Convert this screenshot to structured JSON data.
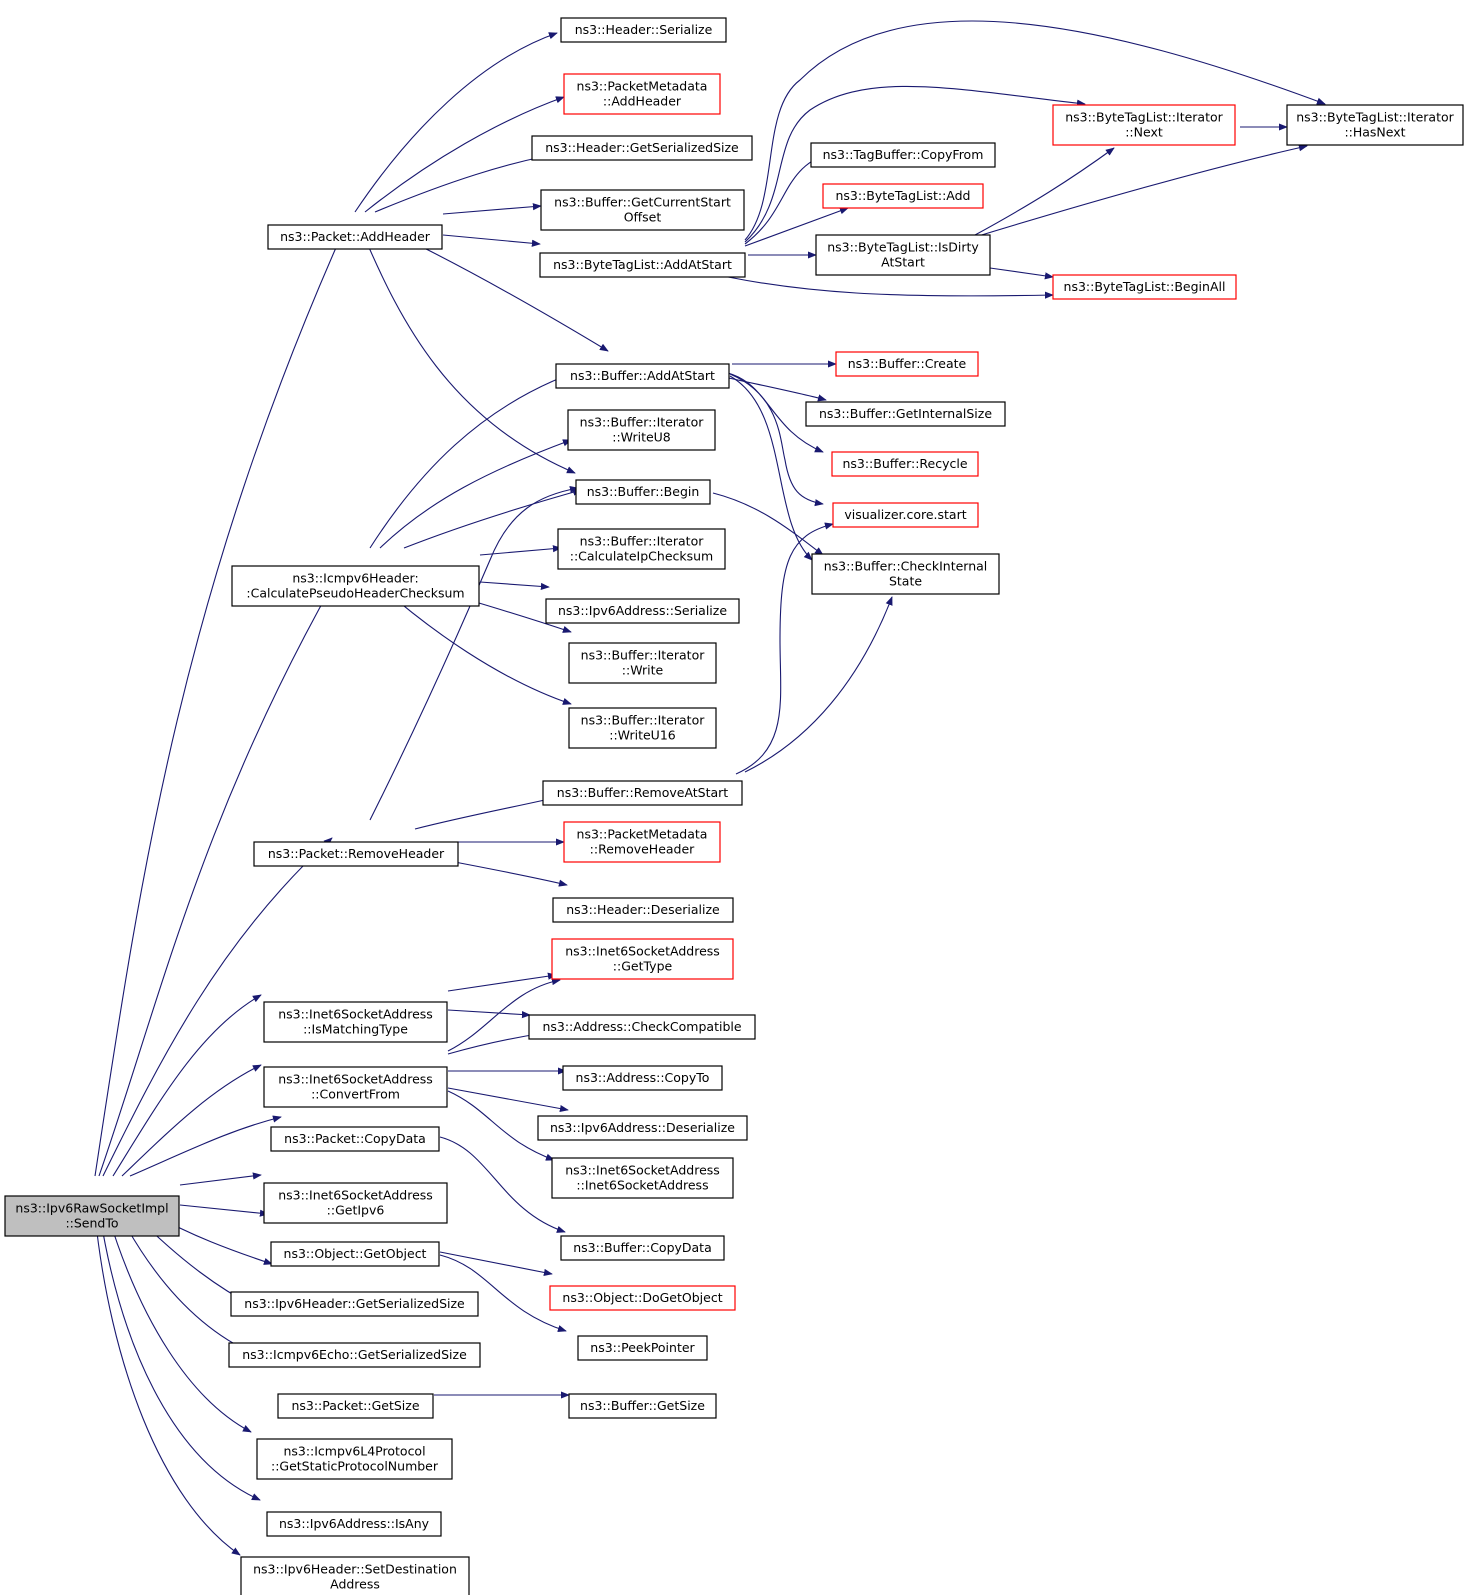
{
  "colors": {
    "edge": "#191970",
    "node_border": "#000000",
    "node_border_truncated": "#ff0000",
    "root_fill": "#bfbfbf",
    "node_fill": "#ffffff"
  },
  "nodes": [
    {
      "id": "root",
      "lines": [
        "ns3::Ipv6RawSocketImpl",
        "::SendTo"
      ],
      "style": "root"
    },
    {
      "id": "pkt_addheader",
      "lines": [
        "ns3::Packet::AddHeader"
      ],
      "style": "normal"
    },
    {
      "id": "icmp_cphc",
      "lines": [
        "ns3::Icmpv6Header:",
        ":CalculatePseudoHeaderChecksum"
      ],
      "style": "normal"
    },
    {
      "id": "pkt_removeheader",
      "lines": [
        "ns3::Packet::RemoveHeader"
      ],
      "style": "normal"
    },
    {
      "id": "i6sa_ismatching",
      "lines": [
        "ns3::Inet6SocketAddress",
        "::IsMatchingType"
      ],
      "style": "normal"
    },
    {
      "id": "i6sa_convertfrom",
      "lines": [
        "ns3::Inet6SocketAddress",
        "::ConvertFrom"
      ],
      "style": "normal"
    },
    {
      "id": "pkt_copydata",
      "lines": [
        "ns3::Packet::CopyData"
      ],
      "style": "normal"
    },
    {
      "id": "i6sa_getipv6",
      "lines": [
        "ns3::Inet6SocketAddress",
        "::GetIpv6"
      ],
      "style": "normal"
    },
    {
      "id": "obj_getobject",
      "lines": [
        "ns3::Object::GetObject"
      ],
      "style": "normal"
    },
    {
      "id": "ipv6h_gss",
      "lines": [
        "ns3::Ipv6Header::GetSerializedSize"
      ],
      "style": "normal"
    },
    {
      "id": "icmpecho_gss",
      "lines": [
        "ns3::Icmpv6Echo::GetSerializedSize"
      ],
      "style": "normal"
    },
    {
      "id": "pkt_getsize",
      "lines": [
        "ns3::Packet::GetSize"
      ],
      "style": "normal"
    },
    {
      "id": "icmpl4_gspn",
      "lines": [
        "ns3::Icmpv6L4Protocol",
        "::GetStaticProtocolNumber"
      ],
      "style": "normal"
    },
    {
      "id": "ipv6addr_isany",
      "lines": [
        "ns3::Ipv6Address::IsAny"
      ],
      "style": "normal"
    },
    {
      "id": "ipv6h_setdest",
      "lines": [
        "ns3::Ipv6Header::SetDestination",
        "Address"
      ],
      "style": "normal"
    },
    {
      "id": "hdr_serialize",
      "lines": [
        "ns3::Header::Serialize"
      ],
      "style": "normal"
    },
    {
      "id": "pm_addheader",
      "lines": [
        "ns3::PacketMetadata",
        "::AddHeader"
      ],
      "style": "truncated"
    },
    {
      "id": "hdr_gss",
      "lines": [
        "ns3::Header::GetSerializedSize"
      ],
      "style": "normal"
    },
    {
      "id": "buf_gcso",
      "lines": [
        "ns3::Buffer::GetCurrentStart",
        "Offset"
      ],
      "style": "normal"
    },
    {
      "id": "btl_addatstart",
      "lines": [
        "ns3::ByteTagList::AddAtStart"
      ],
      "style": "normal"
    },
    {
      "id": "buf_addatstart",
      "lines": [
        "ns3::Buffer::AddAtStart"
      ],
      "style": "normal"
    },
    {
      "id": "bi_writeu8",
      "lines": [
        "ns3::Buffer::Iterator",
        "::WriteU8"
      ],
      "style": "normal"
    },
    {
      "id": "buf_begin",
      "lines": [
        "ns3::Buffer::Begin"
      ],
      "style": "normal"
    },
    {
      "id": "bi_calcip",
      "lines": [
        "ns3::Buffer::Iterator",
        "::CalculateIpChecksum"
      ],
      "style": "normal"
    },
    {
      "id": "ipv6addr_serialize",
      "lines": [
        "ns3::Ipv6Address::Serialize"
      ],
      "style": "normal"
    },
    {
      "id": "bi_write",
      "lines": [
        "ns3::Buffer::Iterator",
        "::Write"
      ],
      "style": "normal"
    },
    {
      "id": "bi_writeu16",
      "lines": [
        "ns3::Buffer::Iterator",
        "::WriteU16"
      ],
      "style": "normal"
    },
    {
      "id": "buf_removeatstart",
      "lines": [
        "ns3::Buffer::RemoveAtStart"
      ],
      "style": "normal"
    },
    {
      "id": "pm_removeheader",
      "lines": [
        "ns3::PacketMetadata",
        "::RemoveHeader"
      ],
      "style": "truncated"
    },
    {
      "id": "hdr_deserialize",
      "lines": [
        "ns3::Header::Deserialize"
      ],
      "style": "normal"
    },
    {
      "id": "i6sa_gettype",
      "lines": [
        "ns3::Inet6SocketAddress",
        "::GetType"
      ],
      "style": "truncated"
    },
    {
      "id": "addr_checkcompat",
      "lines": [
        "ns3::Address::CheckCompatible"
      ],
      "style": "normal"
    },
    {
      "id": "addr_copyto",
      "lines": [
        "ns3::Address::CopyTo"
      ],
      "style": "normal"
    },
    {
      "id": "ipv6addr_deserialize",
      "lines": [
        "ns3::Ipv6Address::Deserialize"
      ],
      "style": "normal"
    },
    {
      "id": "i6sa_ctor",
      "lines": [
        "ns3::Inet6SocketAddress",
        "::Inet6SocketAddress"
      ],
      "style": "normal"
    },
    {
      "id": "buf_copydata",
      "lines": [
        "ns3::Buffer::CopyData"
      ],
      "style": "normal"
    },
    {
      "id": "obj_dogetobject",
      "lines": [
        "ns3::Object::DoGetObject"
      ],
      "style": "truncated"
    },
    {
      "id": "peekpointer",
      "lines": [
        "ns3::PeekPointer"
      ],
      "style": "normal"
    },
    {
      "id": "buf_getsize",
      "lines": [
        "ns3::Buffer::GetSize"
      ],
      "style": "normal"
    },
    {
      "id": "tagbuf_copyfrom",
      "lines": [
        "ns3::TagBuffer::CopyFrom"
      ],
      "style": "normal"
    },
    {
      "id": "btl_add",
      "lines": [
        "ns3::ByteTagList::Add"
      ],
      "style": "truncated"
    },
    {
      "id": "btl_isdirty",
      "lines": [
        "ns3::ByteTagList::IsDirty",
        "AtStart"
      ],
      "style": "normal"
    },
    {
      "id": "btl_beginall",
      "lines": [
        "ns3::ByteTagList::BeginAll"
      ],
      "style": "truncated"
    },
    {
      "id": "btli_next",
      "lines": [
        "ns3::ByteTagList::Iterator",
        "::Next"
      ],
      "style": "truncated"
    },
    {
      "id": "btli_hasnext",
      "lines": [
        "ns3::ByteTagList::Iterator",
        "::HasNext"
      ],
      "style": "normal"
    },
    {
      "id": "buf_create",
      "lines": [
        "ns3::Buffer::Create"
      ],
      "style": "truncated"
    },
    {
      "id": "buf_getinternalsize",
      "lines": [
        "ns3::Buffer::GetInternalSize"
      ],
      "style": "normal"
    },
    {
      "id": "buf_recycle",
      "lines": [
        "ns3::Buffer::Recycle"
      ],
      "style": "truncated"
    },
    {
      "id": "vis_start",
      "lines": [
        "visualizer.core.start"
      ],
      "style": "truncated"
    },
    {
      "id": "buf_checkinternal",
      "lines": [
        "ns3::Buffer::CheckInternal",
        "State"
      ],
      "style": "normal"
    }
  ]
}
